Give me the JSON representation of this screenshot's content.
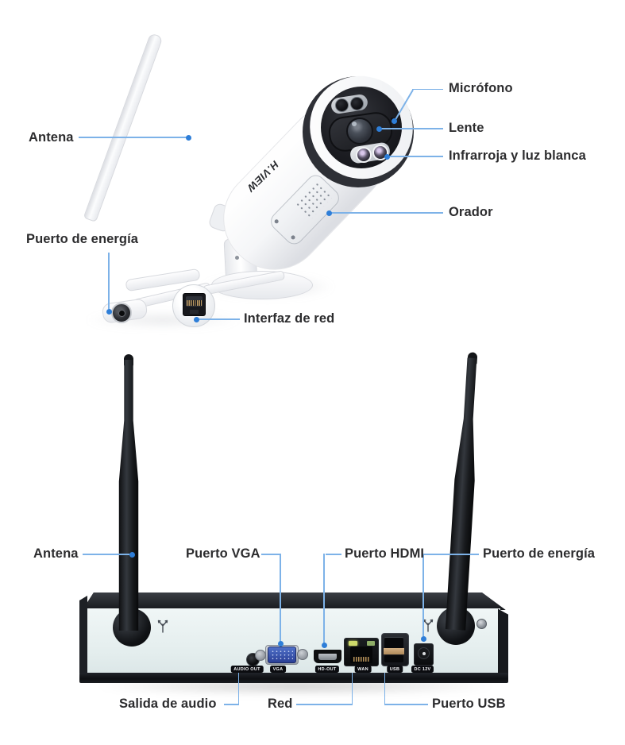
{
  "title": "Diagrama de partes: cámara de seguridad y NVR",
  "language": "es",
  "colors": {
    "leader_line": "#7db2e8",
    "leader_dot": "#2e7ed8",
    "label_text": "#2c2c2e",
    "nvr_face": "#e8f1f1",
    "antenna_black": "#17181a",
    "vga_blue": "#3a55ae",
    "usb_band_tan": "#c2a178"
  },
  "camera": {
    "brand": "H.VIEW",
    "labels": [
      {
        "id": "antena",
        "text": "Antena"
      },
      {
        "id": "microfono",
        "text": "Micrófono"
      },
      {
        "id": "lente",
        "text": "Lente"
      },
      {
        "id": "infrarroja",
        "text": "Infrarroja y luz blanca"
      },
      {
        "id": "orador",
        "text": "Orador"
      },
      {
        "id": "puerto_energia",
        "text": "Puerto de energía"
      },
      {
        "id": "interfaz_red",
        "text": "Interfaz de red"
      }
    ]
  },
  "nvr": {
    "labels": [
      {
        "id": "antena",
        "text": "Antena"
      },
      {
        "id": "puerto_vga",
        "text": "Puerto VGA"
      },
      {
        "id": "puerto_hdmi",
        "text": "Puerto HDMI"
      },
      {
        "id": "puerto_energia",
        "text": "Puerto de energía"
      },
      {
        "id": "salida_audio",
        "text": "Salida de audio"
      },
      {
        "id": "red",
        "text": "Red"
      },
      {
        "id": "puerto_usb",
        "text": "Puerto USB"
      }
    ],
    "ports": [
      {
        "id": "audio",
        "tag": "AUDIO OUT"
      },
      {
        "id": "vga",
        "tag": "VGA"
      },
      {
        "id": "hdmi",
        "tag": "HD-OUT"
      },
      {
        "id": "wan",
        "tag": "WAN"
      },
      {
        "id": "usb",
        "tag": "USB"
      },
      {
        "id": "dc",
        "tag": "DC 12V"
      }
    ]
  }
}
